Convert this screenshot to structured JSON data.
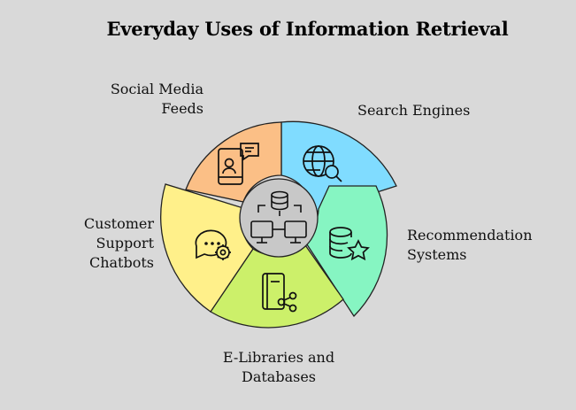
{
  "title": "Everyday Uses of Information Retrieval",
  "segments": [
    {
      "label_lines": [
        "Search Engines"
      ],
      "color": "#80dcff",
      "icon": "globe-search-icon"
    },
    {
      "label_lines": [
        "Recommendation",
        "Systems"
      ],
      "color": "#86f5c2",
      "icon": "database-star-icon"
    },
    {
      "label_lines": [
        "E-Libraries and",
        "Databases"
      ],
      "color": "#ccf06a",
      "icon": "book-share-icon"
    },
    {
      "label_lines": [
        "Customer",
        "Support",
        "Chatbots"
      ],
      "color": "#fff08a",
      "icon": "chat-gear-icon"
    },
    {
      "label_lines": [
        "Social Media",
        "Feeds"
      ],
      "color": "#fbbf86",
      "icon": "phone-profile-chat-icon"
    }
  ],
  "center": {
    "color": "#c8c8c8",
    "icon": "database-network-icon"
  }
}
